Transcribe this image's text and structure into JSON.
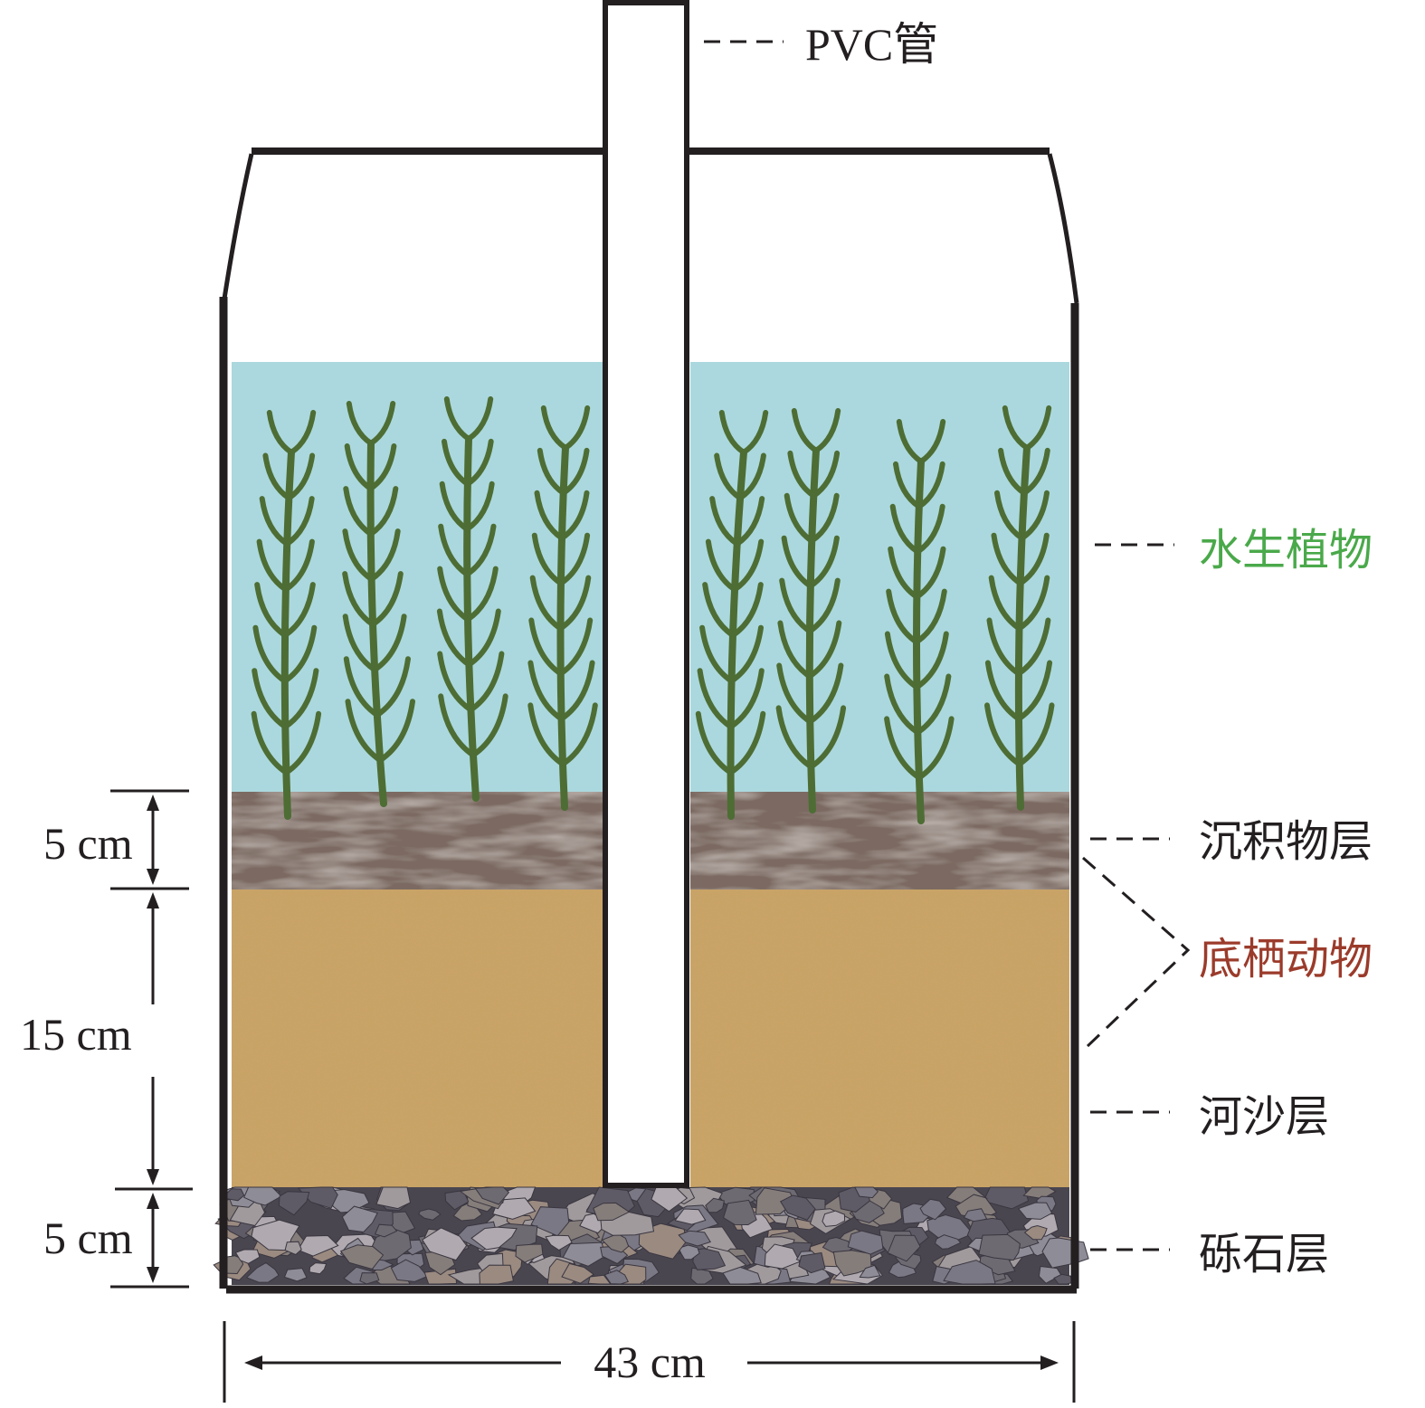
{
  "labels": {
    "pvc": "PVC管",
    "plants": "水生植物",
    "sediment": "沉积物层",
    "benthos": "底栖动物",
    "sand": "河沙层",
    "gravel": "砾石层"
  },
  "dimensions": {
    "sediment_depth": "5 cm",
    "sand_depth": "15 cm",
    "gravel_depth": "5 cm",
    "width": "43 cm"
  },
  "colors": {
    "water": "#abd8de",
    "plant": "#4d6d34",
    "sediment": "#7b6b62",
    "sand": "#c9a061",
    "gravel": "#8c8c94",
    "plants_label": "#4aa94a",
    "benthos_label": "#9b3b2b",
    "outline": "#231f20"
  }
}
